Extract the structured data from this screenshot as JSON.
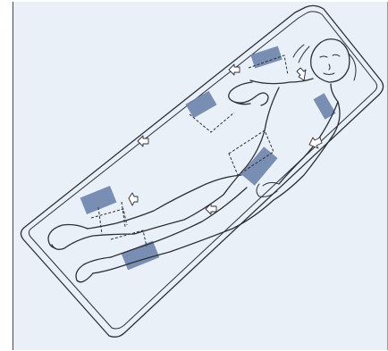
{
  "colors": {
    "background": "#e9f0f8",
    "line": "#2b2f36",
    "pressure_pad": "#6f86ad"
  },
  "icons": {
    "mattress": "mattress-outline",
    "figure": "supine-person-outline",
    "pads": "pressure-point-pad",
    "arrows": "outline-arrow"
  }
}
